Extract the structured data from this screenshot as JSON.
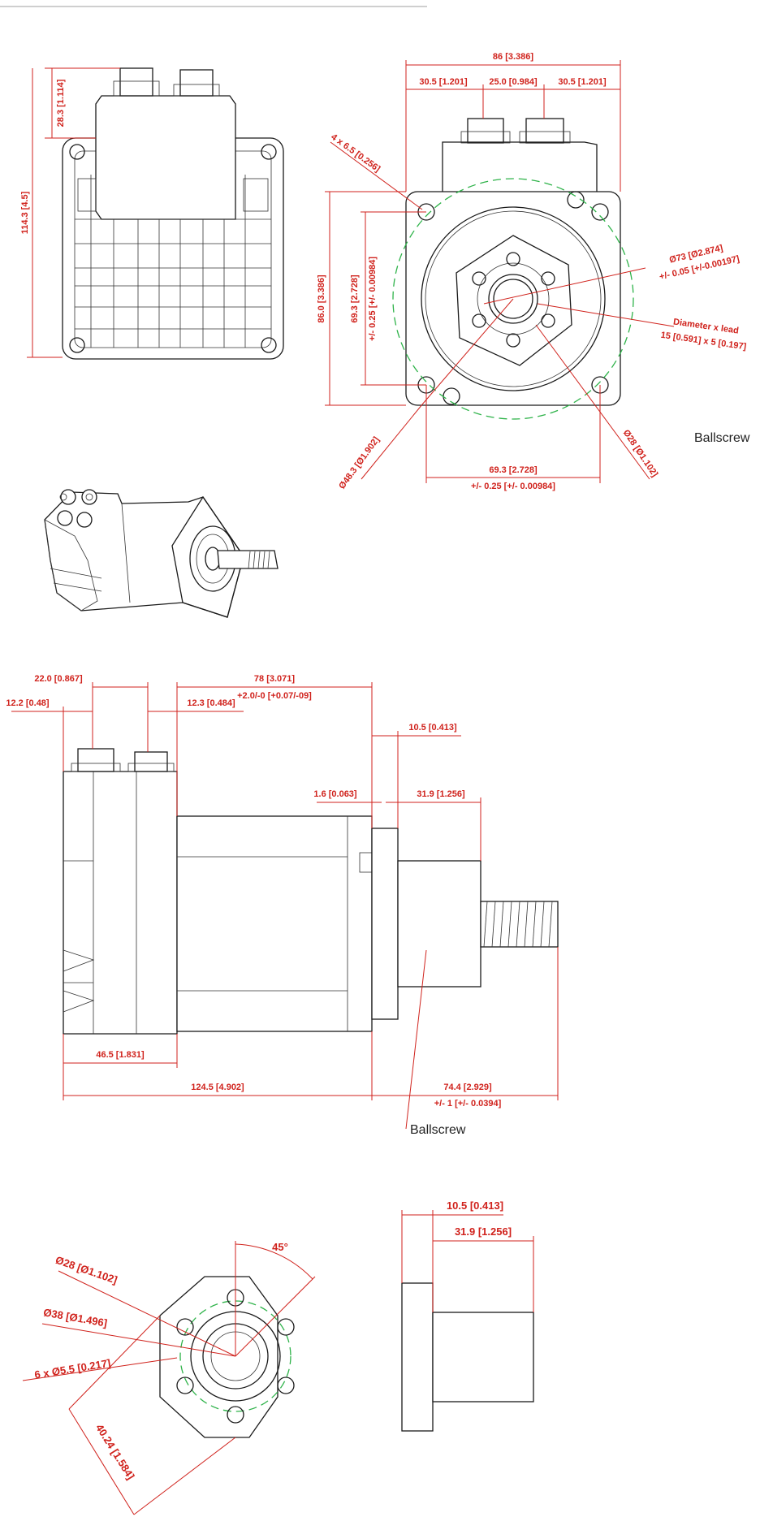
{
  "dims": {
    "front_total_width": "86 [3.386]",
    "front_conn_left": "30.5 [1.201]",
    "front_conn_mid": "25.0 [0.984]",
    "front_conn_right": "30.5 [1.201]",
    "front_holes": "4 x 6.5 [0.256]",
    "front_pilot_dia": "Ø73 [Ø2.874]",
    "front_pilot_tol": "+/- 0.05 [+/-0.00197]",
    "front_lead_label": "Diameter x lead",
    "front_lead_value": "15 [0.591] x 5 [0.197]",
    "front_height": "86.0 [3.386]",
    "front_bc_vert": "69.3 [2.728]",
    "front_bc_vert_tol": "+/- 0.25 [+/- 0.00984]",
    "front_bolt_circle": "Ø48.3 [Ø1.902]",
    "front_nut_dia": "Ø28 [Ø1.102]",
    "front_bc_horiz": "69.3 [2.728]",
    "front_bc_horiz_tol": "+/- 0.25 [+/- 0.00984]",
    "back_conn_height": "28.3 [1.114]",
    "back_total_height": "114.3 [4.5]",
    "side_conn_spacing": "22.0 [0.867]",
    "side_conn_left": "12.2 [0.48]",
    "side_body_len": "78 [3.071]",
    "side_body_tol": "+2.0/-0 [+0.07/-09]",
    "side_conn_right": "12.3 [0.484]",
    "side_flange": "10.5 [0.413]",
    "side_pilot": "1.6 [0.063]",
    "side_nut_len": "31.9 [1.256]",
    "side_rear_len": "46.5 [1.831]",
    "side_total_len": "124.5 [4.902]",
    "side_screw_len": "74.4 [2.929]",
    "side_screw_tol": "+/- 1 [+/- 0.0394]",
    "nut_angle": "45°",
    "nut_outer_dia": "Ø28 [Ø1.102]",
    "nut_bc_dia": "Ø38 [Ø1.496]",
    "nut_holes": "6 x Ø5.5 [0.217]",
    "nut_flat": "40.24 [1.584]",
    "nut_side_flange": "10.5 [0.413]",
    "nut_side_len": "31.9 [1.256]"
  },
  "labels": {
    "ballscrew_front": "Ballscrew",
    "ballscrew_side": "Ballscrew"
  }
}
